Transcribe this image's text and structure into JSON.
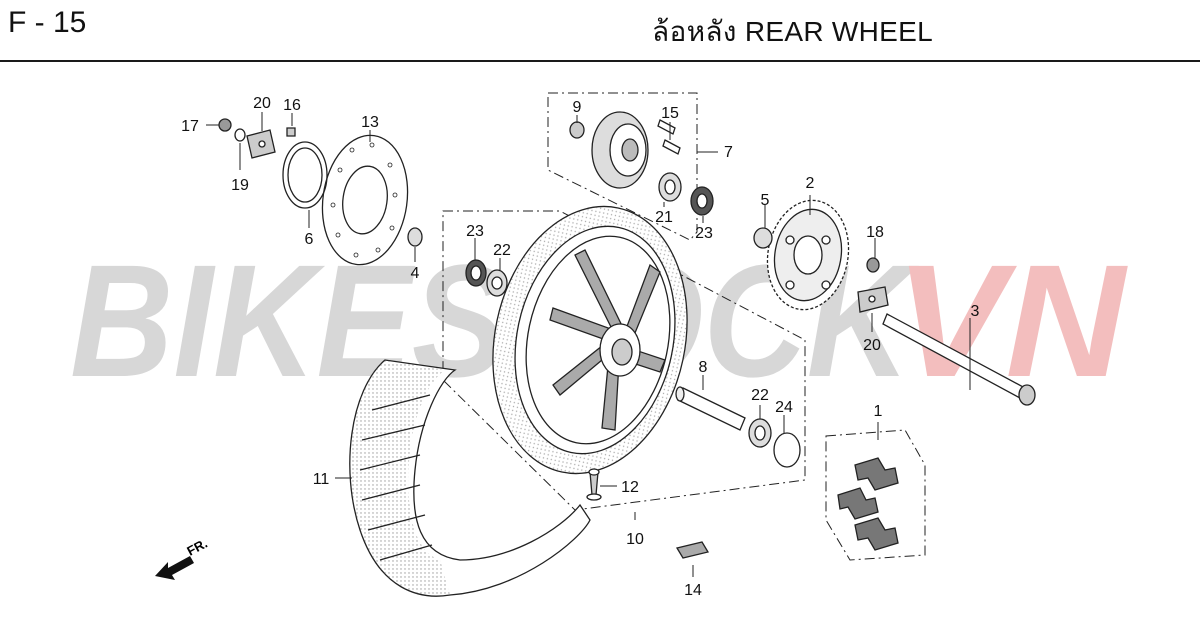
{
  "header": {
    "page_code": "F - 15",
    "title": "ล้อหลัง  REAR WHEEL"
  },
  "watermark": {
    "text_main": "BIKESTOCK",
    "text_accent": "VN",
    "color_main": "#d3d3d3",
    "color_accent": "#f2b8b8"
  },
  "direction_label": "FR.",
  "callouts": [
    {
      "id": "c1",
      "label": "1"
    },
    {
      "id": "c2",
      "label": "2"
    },
    {
      "id": "c3",
      "label": "3"
    },
    {
      "id": "c4",
      "label": "4"
    },
    {
      "id": "c5",
      "label": "5"
    },
    {
      "id": "c6",
      "label": "6"
    },
    {
      "id": "c7",
      "label": "7"
    },
    {
      "id": "c8",
      "label": "8"
    },
    {
      "id": "c9",
      "label": "9"
    },
    {
      "id": "c10",
      "label": "10"
    },
    {
      "id": "c11",
      "label": "11"
    },
    {
      "id": "c12",
      "label": "12"
    },
    {
      "id": "c13",
      "label": "13"
    },
    {
      "id": "c14",
      "label": "14"
    },
    {
      "id": "c15",
      "label": "15"
    },
    {
      "id": "c16",
      "label": "16"
    },
    {
      "id": "c17",
      "label": "17"
    },
    {
      "id": "c18",
      "label": "18"
    },
    {
      "id": "c19",
      "label": "19"
    },
    {
      "id": "c20a",
      "label": "20"
    },
    {
      "id": "c20b",
      "label": "20"
    },
    {
      "id": "c21",
      "label": "21"
    },
    {
      "id": "c22a",
      "label": "22"
    },
    {
      "id": "c22b",
      "label": "22"
    },
    {
      "id": "c23a",
      "label": "23"
    },
    {
      "id": "c23b",
      "label": "23"
    },
    {
      "id": "c24",
      "label": "24"
    }
  ]
}
